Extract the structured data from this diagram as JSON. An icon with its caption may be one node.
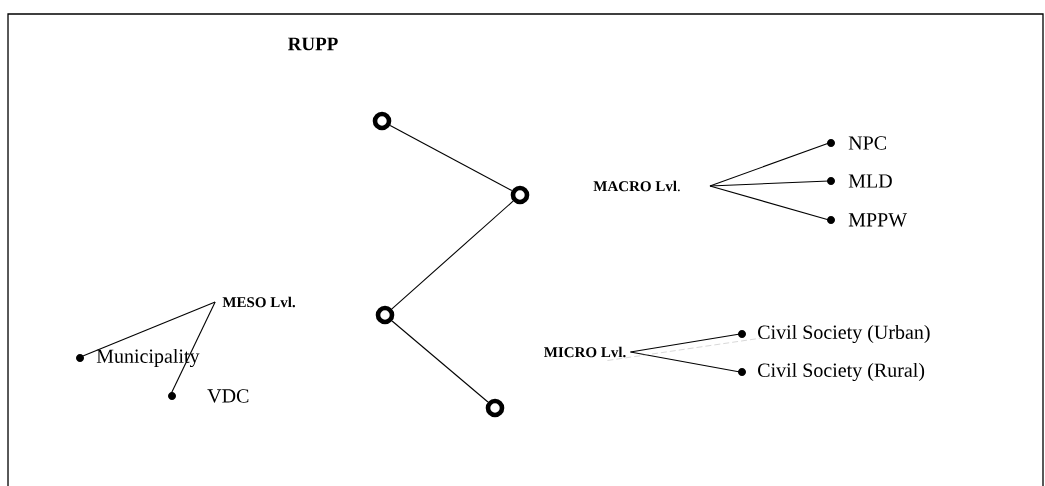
{
  "diagram": {
    "title": "RUPP",
    "nodes": [
      {
        "text": [],
        "shape": "circle"
      },
      {
        "text": [],
        "shape": "circle"
      },
      {
        "text": [
          "**MACRO Lvl**."
        ]
      },
      {
        "text": [
          "NPC"
        ]
      },
      {
        "text": [
          "MLD"
        ]
      },
      {
        "text": [
          "MPPW"
        ]
      },
      {
        "text": [
          "MESO Lvl."
        ]
      },
      {
        "text": [
          "Municipality"
        ]
      },
      {
        "text": [
          "VDC"
        ]
      },
      {
        "text": [],
        "shape": "circle"
      },
      {
        "text": [
          "MICRO Lvl."
        ]
      },
      {
        "text": [
          "Civil Society (Urban)"
        ]
      },
      {
        "text": [
          "Civil Society (Rural)"
        ]
      },
      {
        "text": [],
        "shape": "circle"
      }
    ],
    "edges": [
      {
        "from": 0,
        "to": 1,
        "arrow": "none"
      },
      {
        "from": 1,
        "to": 9,
        "arrow": "none"
      },
      {
        "from": 9,
        "to": 13,
        "arrow": "none"
      },
      {
        "from": 2,
        "to": 3,
        "arrow": "none"
      },
      {
        "from": 2,
        "to": 4,
        "arrow": "none"
      },
      {
        "from": 2,
        "to": 5,
        "arrow": "none"
      },
      {
        "from": 6,
        "to": 7,
        "arrow": "none"
      },
      {
        "from": 6,
        "to": 8,
        "arrow": "none"
      },
      {
        "from": 10,
        "to": 11,
        "arrow": "none"
      },
      {
        "from": 10,
        "to": 12,
        "arrow": "none"
      },
      {
        "from": 10,
        "to": 11,
        "arrow": "none",
        "style": "dashed",
        "color": "#b0b0b0"
      }
    ]
  }
}
